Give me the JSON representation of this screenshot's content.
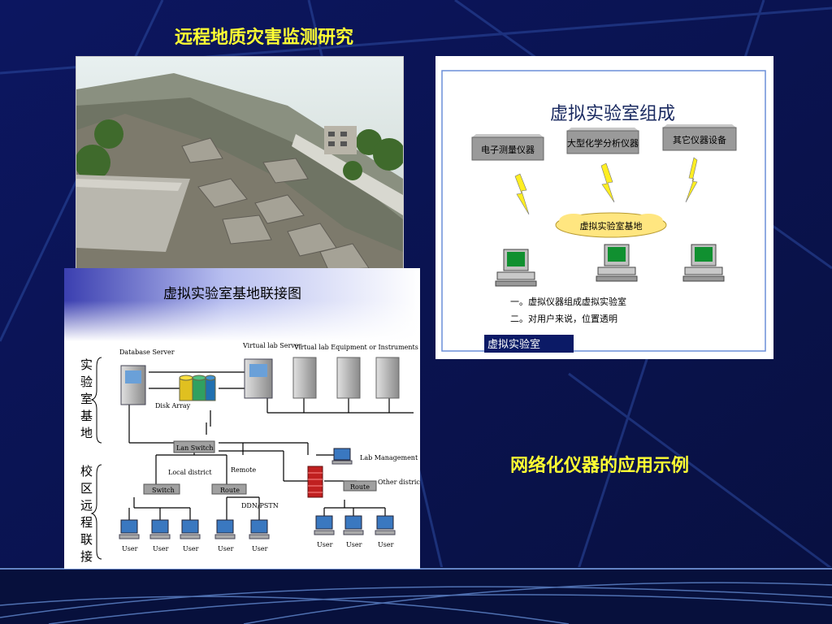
{
  "slide": {
    "title_top": "远程地质灾害监测研究",
    "title_bottom": "网络化仪器的应用示例"
  },
  "virtual_lab_composition": {
    "title": "虚拟实验室组成",
    "instruments": [
      "电子测量仪器",
      "大型化学分析仪器",
      "其它仪器设备"
    ],
    "base_label": "虚拟实验室基地",
    "notes": [
      "一。虚拟仪器组成虚拟实验室",
      "二。对用户来说，位置透明"
    ],
    "badge": "虚拟实验室"
  },
  "network_diagram": {
    "title": "虚拟实验室基地联接图",
    "side_label_top": "实验室基地",
    "side_label_bottom": "校区远程联接",
    "database_server": "Database Server",
    "virtual_lab_server": "Virtual lab Server",
    "equipment_label": "Virtual lab Equipment or Instruments",
    "disk_array": "Disk Array",
    "lan_switch": "Lan Switch",
    "lab_management": "Lab Management",
    "local_district": "Local district",
    "remote": "Remote",
    "switch_label": "Switch",
    "route_label": "Route",
    "ddn_pstn": "DDN/PSTN",
    "other_district": "Other district",
    "user_label": "User"
  },
  "colors": {
    "background": "#0a1450",
    "title_yellow": "#ffff33",
    "badge_navy": "#0b1a66"
  }
}
